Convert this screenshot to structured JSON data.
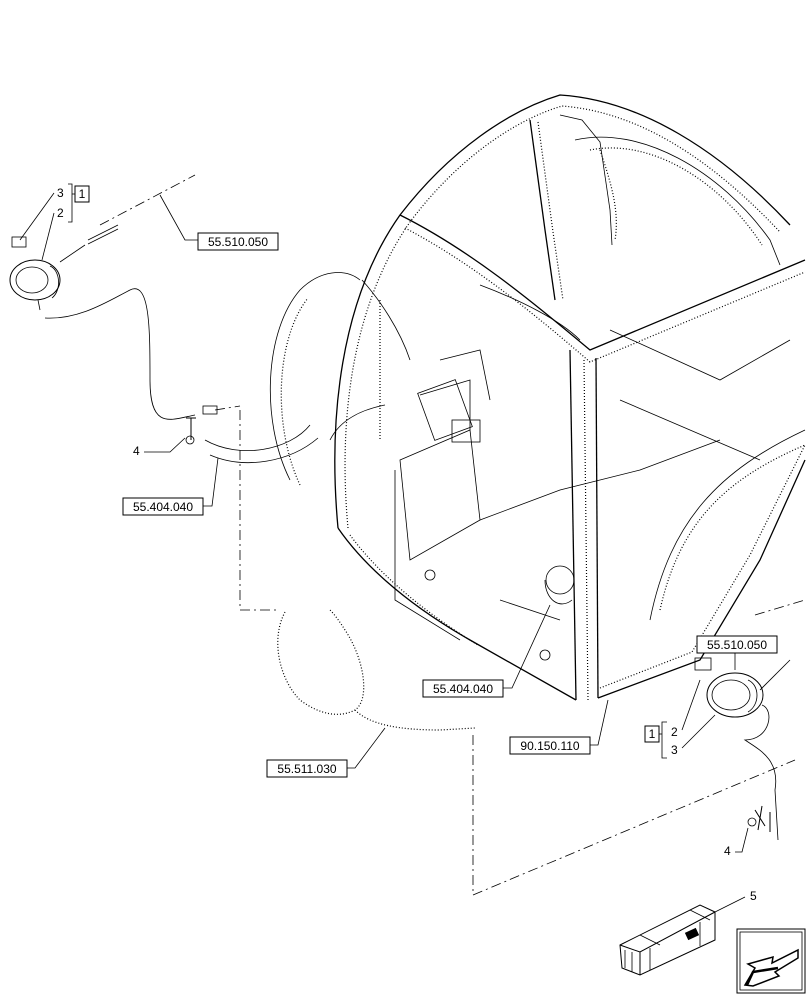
{
  "references": {
    "ref_lamp_left": "55.510.050",
    "ref_hose_left": "55.404.040",
    "ref_harness": "55.511.030",
    "ref_hose_center": "55.404.040",
    "ref_cab": "90.150.110",
    "ref_lamp_right": "55.510.050"
  },
  "callouts": {
    "left_group_box": "1",
    "left_item_3": "3",
    "left_item_2": "2",
    "left_item_4": "4",
    "right_group_box": "1",
    "right_item_2": "2",
    "right_item_3": "3",
    "right_item_4": "4",
    "kit_item_5": "5"
  },
  "icons": {
    "kit_box": "kit-crate-icon",
    "nav": "arrow-navigation-icon"
  }
}
